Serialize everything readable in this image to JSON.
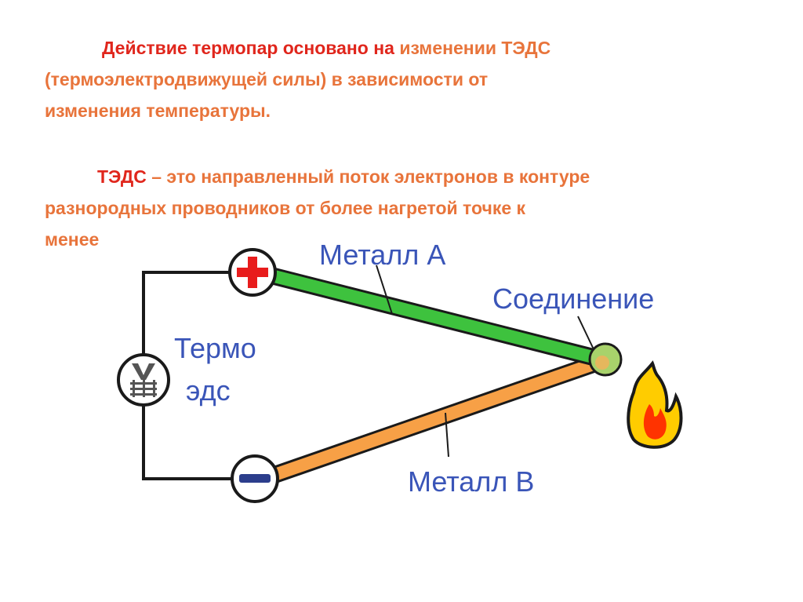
{
  "paragraph1": {
    "line1_red": "Действие термопар основано на",
    "line1_orange": "изменении ТЭДС",
    "line2": "(термоэлектродвижущей силы) в зависимости от",
    "line3": "изменения температуры."
  },
  "paragraph2": {
    "term": "ТЭДС",
    "line1_rest": "– это направленный поток электронов в контуре",
    "line2": "разнородных проводников от более нагретой точке к",
    "line3": "менее"
  },
  "diagram": {
    "metal_a_label": "Металл А",
    "metal_b_label": "Металл В",
    "junction_label": "Соединение",
    "emf_label_line1": "Термо",
    "emf_label_line2": "эдс",
    "plus_terminal": "plus-icon",
    "minus_terminal": "minus-icon",
    "meter": "voltmeter-icon",
    "heat": "flame-icon"
  },
  "colors": {
    "red_text": "#e0261c",
    "orange_text": "#e8743b",
    "label_blue": "#3a55b8",
    "metal_a": "#3ec23e",
    "metal_b": "#f7a046",
    "terminal_red": "#e81c1c",
    "terminal_blue": "#2c3e8c",
    "flame_outer": "#ffcc00",
    "flame_inner": "#ff3300",
    "junction": "#a8d26b"
  }
}
